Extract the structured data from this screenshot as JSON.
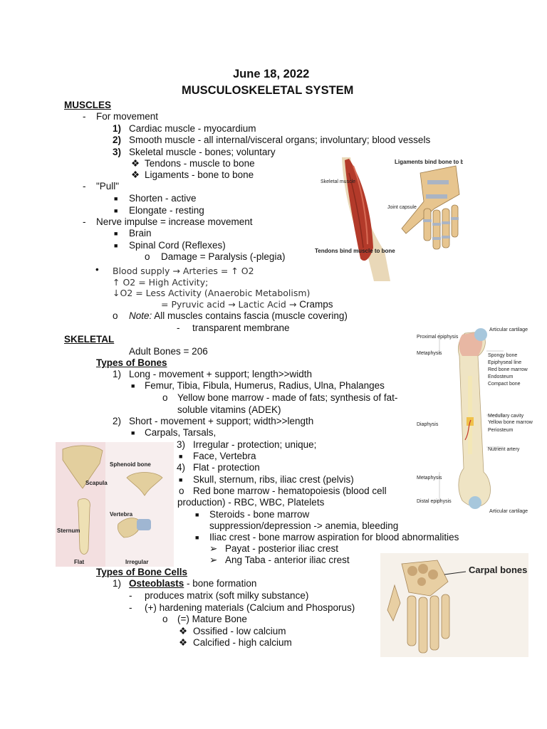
{
  "header": {
    "date": "June 18, 2022",
    "title": "MUSCULOSKELETAL SYSTEM"
  },
  "muscles": {
    "heading": "MUSCULOSKELETAL SYSTEM",
    "label": "MUSCLES",
    "movement": "For movement",
    "types": [
      {
        "num": "1)",
        "text": "Cardiac muscle - myocardium"
      },
      {
        "num": "2)",
        "text": "Smooth muscle - all internal/visceral organs; involuntary; blood vessels"
      },
      {
        "num": "3)",
        "text": "Skeletal muscle - bones; voluntary"
      }
    ],
    "tendons": "Tendons - muscle to bone",
    "ligaments": "Ligaments - bone to bone",
    "pull": "\"Pull\"",
    "shorten": "Shorten - active",
    "elongate": "Elongate - resting",
    "nerve": "Nerve impulse = increase movement",
    "brain": "Brain",
    "spinal": "Spinal Cord (Reflexes)",
    "damage": "Damage = Paralysis (-plegia)",
    "blood": "Blood supply → Arteries = ↑ O2",
    "high": "↑ O2 = High Activity;",
    "low": "↓O2 = Less Activity (Anaerobic Metabolism)",
    "pyruvic_pre": "= Pyruvic acid → Lactic Acid → ",
    "cramps": "Cramps",
    "note_label": "Note:",
    "note_text": " All muscles contains fascia (muscle covering)",
    "transparent": "transparent membrane"
  },
  "skeletal": {
    "label": "SKELETAL",
    "adult": "Adult Bones = 206",
    "types_heading": "Types of Bones",
    "long": "Long - movement + support; length>>width",
    "long_list": "Femur, Tibia, Fibula, Humerus, Radius, Ulna, Phalanges",
    "yellow1": "Yellow bone marrow - made of fats; synthesis of fat-",
    "yellow2": "soluble vitamins (ADEK)",
    "short": "Short - movement + support; width>>length",
    "short_list": "Carpals, Tarsals,",
    "irregular": "Irregular - protection; unique;",
    "irregular_list": "Face, Vertebra",
    "flat": "Flat - protection",
    "flat_list": "Skull, sternum, ribs, iliac crest (pelvis)",
    "red1": "Red bone marrow - hematopoiesis (blood cell",
    "red2": "production) - RBC, WBC, Platelets",
    "steroids1": "Steroids - bone marrow",
    "steroids2": "suppression/depression -> anemia, bleeding",
    "iliac": "Iliac crest - bone marrow aspiration for blood abnormalities",
    "payat": "Payat - posterior iliac crest",
    "angtaba": "Ang Taba - anterior iliac crest",
    "cells_heading": "Types of Bone Cells",
    "osteo_num": "1)",
    "osteo_label": "Osteoblasts",
    "osteo_text": " - bone formation",
    "matrix": "produces matrix (soft milky substance)",
    "hardening": "(+) hardening materials (Calcium and Phosporus)",
    "mature": "(=) Mature Bone",
    "ossified": "Ossified - low calcium",
    "calcified": "Calcified - high calcium"
  },
  "figures": {
    "muscle": {
      "skeletal_muscle": "Skeletal muscle",
      "tendons_caption": "Tendons bind muscle to bone",
      "ligaments_caption": "Ligaments bind bone to bone",
      "joint": "Joint capsule"
    },
    "long_bone": {
      "articular": "Articular cartilage",
      "proximal": "Proximal epiphysis",
      "metaphysis": "Metaphysis",
      "spongy": "Spongy bone",
      "epiphyseal_line": "Epiphyseal line",
      "red_marrow": "Red bone marrow",
      "endosteum": "Endosteum",
      "compact": "Compact bone",
      "medullary": "Medullary cavity",
      "yellow_marrow": "Yellow bone marrow",
      "periosteum": "Periosteum",
      "diaphysis": "Diaphysis",
      "nutrient": "Nutrient artery",
      "metaphysis2": "Metaphysis",
      "distal": "Distal epiphysis",
      "articular2": "Articular cartilage"
    },
    "bones": {
      "scapula": "Scapula",
      "sphenoid": "Sphenoid bone",
      "sternum": "Sternum",
      "vertebra": "Vertebra",
      "flat": "Flat",
      "irregular": "Irregular"
    },
    "carpal": {
      "label": "Carpal bones"
    }
  }
}
